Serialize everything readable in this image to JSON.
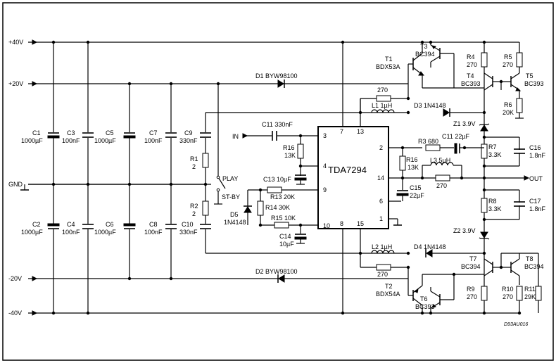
{
  "rails": {
    "p40": "+40V",
    "p20": "+20V",
    "gnd": "GND",
    "m20": "-20V",
    "m40": "-40V"
  },
  "ic": {
    "name": "TDA7294",
    "pins": {
      "p3": "3",
      "p4": "4",
      "p9": "9",
      "p10": "10",
      "p7": "7",
      "p13": "13",
      "p8": "8",
      "p15": "15",
      "p2": "2",
      "p14": "14",
      "p6": "6",
      "p1": "1"
    }
  },
  "io": {
    "in": "IN",
    "out": "OUT"
  },
  "switch": {
    "play": "PLAY",
    "stby": "ST-BY"
  },
  "caps": {
    "c1": [
      "C1",
      "1000µF"
    ],
    "c2": [
      "C2",
      "1000µF"
    ],
    "c3": [
      "C3",
      "100nF"
    ],
    "c4": [
      "C4",
      "100nF"
    ],
    "c5": [
      "C5",
      "1000µF"
    ],
    "c6": [
      "C6",
      "1000µF"
    ],
    "c7": [
      "C7",
      "100nF"
    ],
    "c8": [
      "C8",
      "100nF"
    ],
    "c9": [
      "C9",
      "330nF"
    ],
    "c10": [
      "C10",
      "330nF"
    ],
    "c11": "C11 330nF",
    "c13": "C13 10µF",
    "c14": [
      "C14",
      "10µF"
    ],
    "c15": [
      "C15",
      "22µF"
    ],
    "c11b": "C11 22µF",
    "c16": [
      "C16",
      "1.8nF"
    ],
    "c17": [
      "C17",
      "1.8nF"
    ]
  },
  "resistors": {
    "r1": [
      "R1",
      "2"
    ],
    "r2": [
      "R2",
      "2"
    ],
    "r16a": [
      "R16",
      "13K"
    ],
    "r13": "R13 20K",
    "r14": "R14 30K",
    "r15": "R15 10K",
    "r16b": [
      "R16",
      "13K"
    ],
    "r3": "R3 680",
    "r7": [
      "R7",
      "3.3K"
    ],
    "r8": [
      "R8",
      "3.3K"
    ],
    "r270a": "270",
    "r270b": "270",
    "r270c": "270",
    "r4": [
      "R4",
      "270"
    ],
    "r5": [
      "R5",
      "270"
    ],
    "r6": [
      "R6",
      "20K"
    ],
    "r9": [
      "R9",
      "270"
    ],
    "r10": [
      "R10",
      "270"
    ],
    "r11": [
      "R11",
      "29K"
    ]
  },
  "diodes": {
    "d1": "D1 BYW98100",
    "d2": "D2 BYW98100",
    "d3": "D3 1N4148",
    "d4": "D4 1N4148",
    "d5": [
      "D5",
      "1N4148"
    ],
    "z1": "Z1 3.9V",
    "z2": "Z2 3.9V"
  },
  "inductors": {
    "l1": "L1 1µH",
    "l2": "L2 1µH",
    "l3": "L3 5µH"
  },
  "transistors": {
    "t1": [
      "T1",
      "BDX53A"
    ],
    "t2": [
      "T2",
      "BDX54A"
    ],
    "t3": [
      "T3",
      "BC394"
    ],
    "t4": [
      "T4",
      "BC393"
    ],
    "t5": [
      "T5",
      "BC393"
    ],
    "t6": [
      "T6",
      "BC393"
    ],
    "t7": [
      "T7",
      "BC394"
    ],
    "t8": [
      "T8",
      "BC394"
    ]
  },
  "footnote": "D93AU016"
}
